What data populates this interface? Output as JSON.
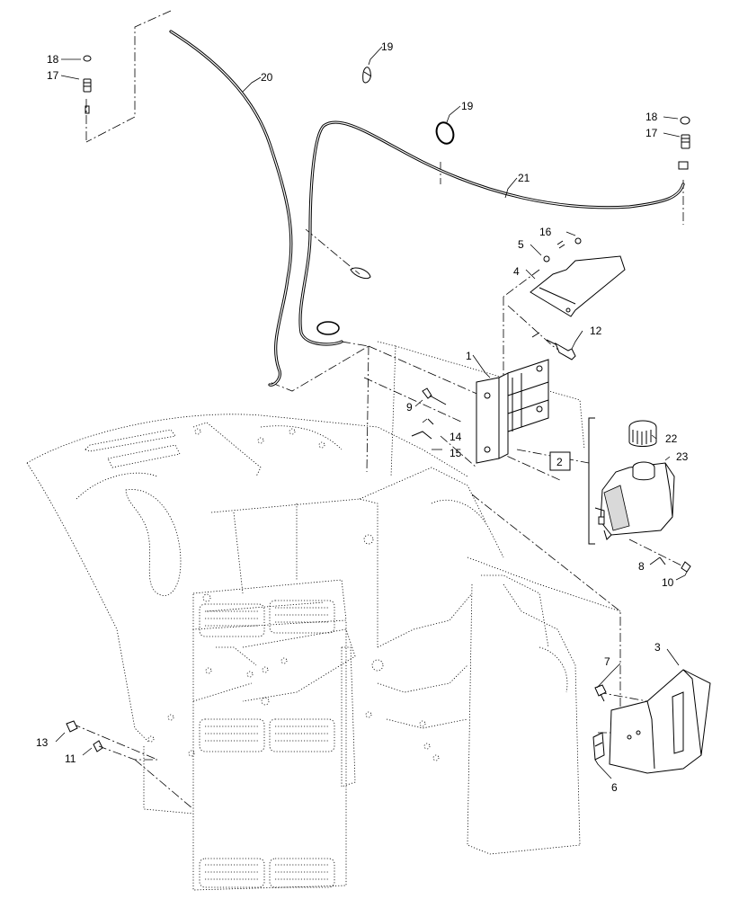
{
  "callouts": [
    {
      "id": "c1",
      "label": "1"
    },
    {
      "id": "c2",
      "label": "2"
    },
    {
      "id": "c3",
      "label": "3"
    },
    {
      "id": "c4",
      "label": "4"
    },
    {
      "id": "c5",
      "label": "5"
    },
    {
      "id": "c6",
      "label": "6"
    },
    {
      "id": "c7",
      "label": "7"
    },
    {
      "id": "c8",
      "label": "8"
    },
    {
      "id": "c9",
      "label": "9"
    },
    {
      "id": "c10",
      "label": "10"
    },
    {
      "id": "c11",
      "label": "11"
    },
    {
      "id": "c12",
      "label": "12"
    },
    {
      "id": "c13",
      "label": "13"
    },
    {
      "id": "c14",
      "label": "14"
    },
    {
      "id": "c15",
      "label": "15"
    },
    {
      "id": "c16",
      "label": "16"
    },
    {
      "id": "c17a",
      "label": "17"
    },
    {
      "id": "c17b",
      "label": "17"
    },
    {
      "id": "c18a",
      "label": "18"
    },
    {
      "id": "c18b",
      "label": "18"
    },
    {
      "id": "c19a",
      "label": "19"
    },
    {
      "id": "c19b",
      "label": "19"
    },
    {
      "id": "c20",
      "label": "20"
    },
    {
      "id": "c21",
      "label": "21"
    },
    {
      "id": "c22",
      "label": "22"
    },
    {
      "id": "c23",
      "label": "23"
    }
  ]
}
